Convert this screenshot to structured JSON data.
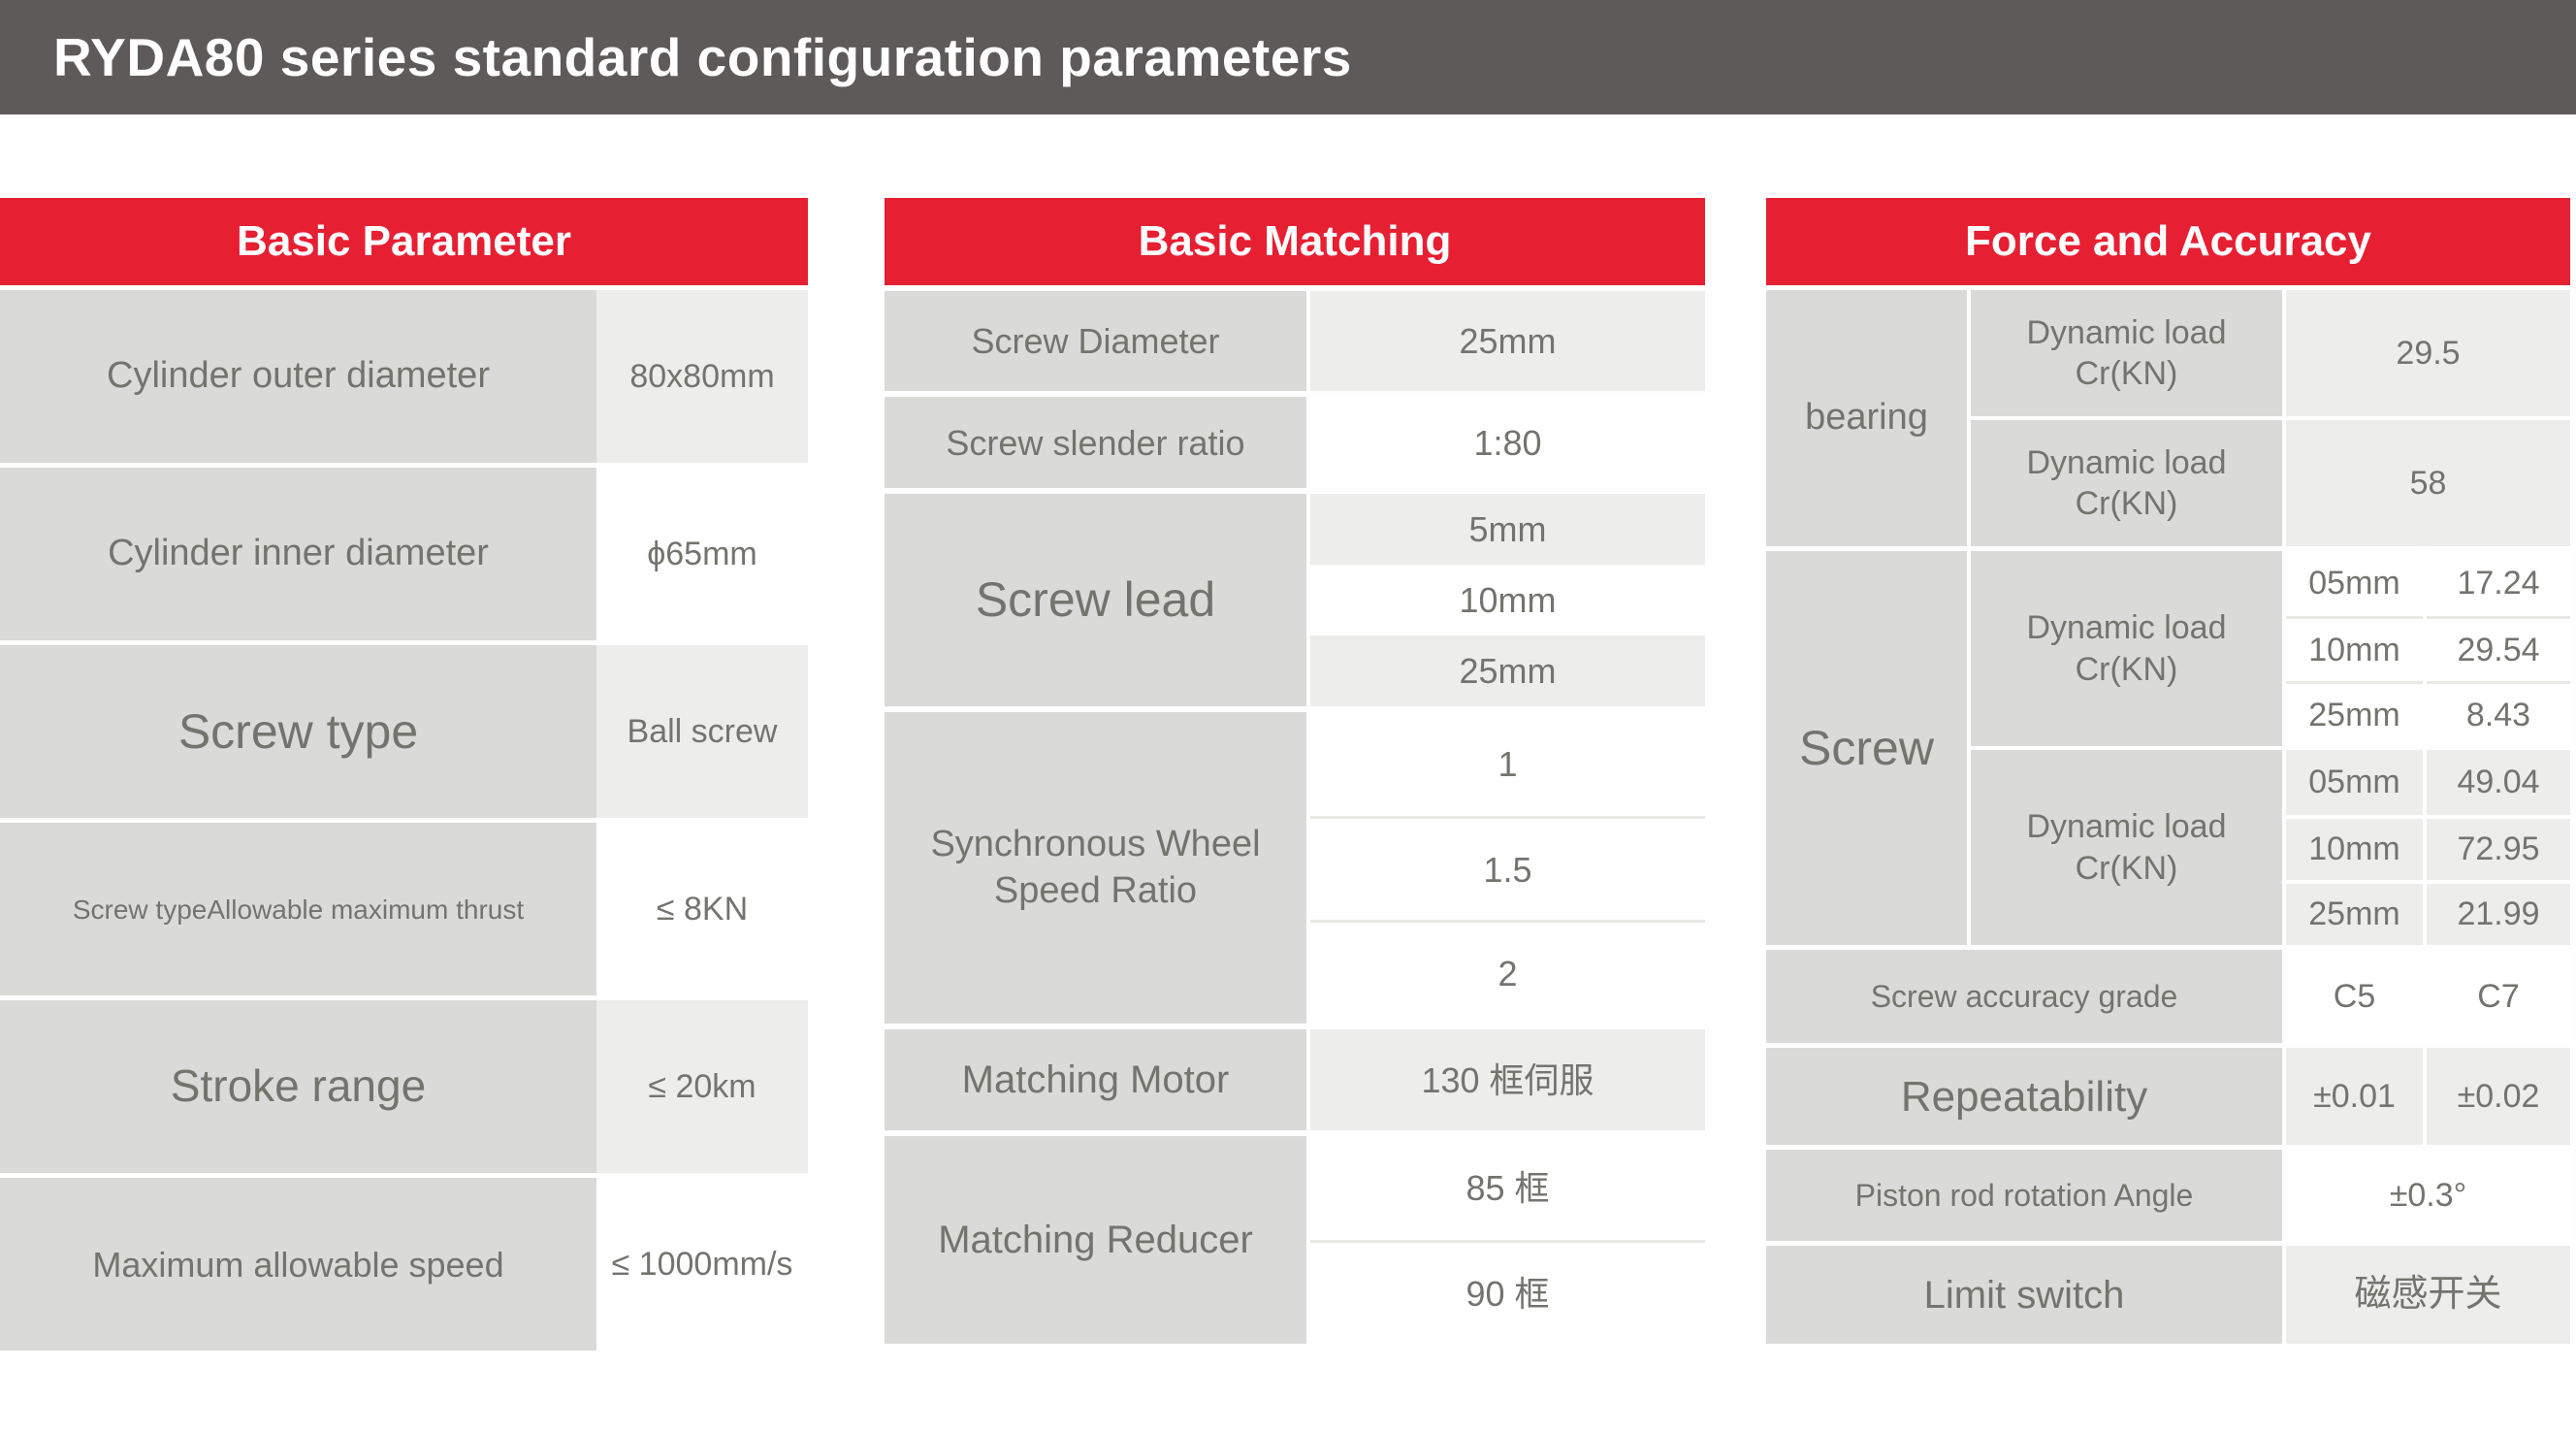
{
  "title_bar": {
    "text": "RYDA80 series standard configuration parameters"
  },
  "colors": {
    "accent_red": "#e71f33",
    "title_bar_bg": "#5e5a5a",
    "label_cell": "#dadad8",
    "value_cell_shaded": "#ededec",
    "value_cell_white": "#ffffff",
    "text_gray": "#74746e"
  },
  "basic_parameter": {
    "header": "Basic Parameter",
    "rows": [
      {
        "label": "Cylinder outer diameter",
        "value": "80x80mm"
      },
      {
        "label": "Cylinder inner diameter",
        "value": "ϕ65mm"
      },
      {
        "label": "Screw type",
        "value": "Ball screw"
      },
      {
        "label": "Screw typeAllowable maximum thrust",
        "value": "≤ 8KN"
      },
      {
        "label": "Stroke range",
        "value": "≤ 20km"
      },
      {
        "label": "Maximum allowable speed",
        "value": "≤ 1000mm/s"
      }
    ]
  },
  "basic_matching": {
    "header": "Basic Matching",
    "rows": [
      {
        "label": "Screw Diameter",
        "values": [
          "25mm"
        ]
      },
      {
        "label": "Screw slender ratio",
        "values": [
          "1:80"
        ]
      },
      {
        "label": "Screw lead",
        "values": [
          "5mm",
          "10mm",
          "25mm"
        ]
      },
      {
        "label": "Synchronous Wheel Speed Ratio",
        "values": [
          "1",
          "1.5",
          "2"
        ]
      },
      {
        "label": "Matching Motor",
        "values": [
          "130 框伺服"
        ]
      },
      {
        "label": "Matching Reducer",
        "values": [
          "85 框",
          "90 框"
        ]
      }
    ]
  },
  "force_accuracy": {
    "header": "Force and Accuracy",
    "bearing": {
      "group": "bearing",
      "rows": [
        {
          "label": "Dynamic load Cr(KN)",
          "value": "29.5"
        },
        {
          "label": "Dynamic load Cr(KN)",
          "value": "58"
        }
      ]
    },
    "screw": {
      "group": "Screw",
      "subgroups": [
        {
          "label": "Dynamic load Cr(KN)",
          "rows": [
            {
              "size": "05mm",
              "value": "17.24"
            },
            {
              "size": "10mm",
              "value": "29.54"
            },
            {
              "size": "25mm",
              "value": "8.43"
            }
          ]
        },
        {
          "label": "Dynamic load Cr(KN)",
          "rows": [
            {
              "size": "05mm",
              "value": "49.04"
            },
            {
              "size": "10mm",
              "value": "72.95"
            },
            {
              "size": "25mm",
              "value": "21.99"
            }
          ]
        }
      ]
    },
    "bottom_rows": [
      {
        "label": "Screw accuracy grade",
        "values": [
          "C5",
          "C7"
        ]
      },
      {
        "label": "Repeatability",
        "values": [
          "±0.01",
          "±0.02"
        ]
      },
      {
        "label": "Piston rod rotation Angle",
        "values": [
          "±0.3°"
        ]
      },
      {
        "label": "Limit switch",
        "values": [
          "磁感开关"
        ]
      }
    ]
  }
}
